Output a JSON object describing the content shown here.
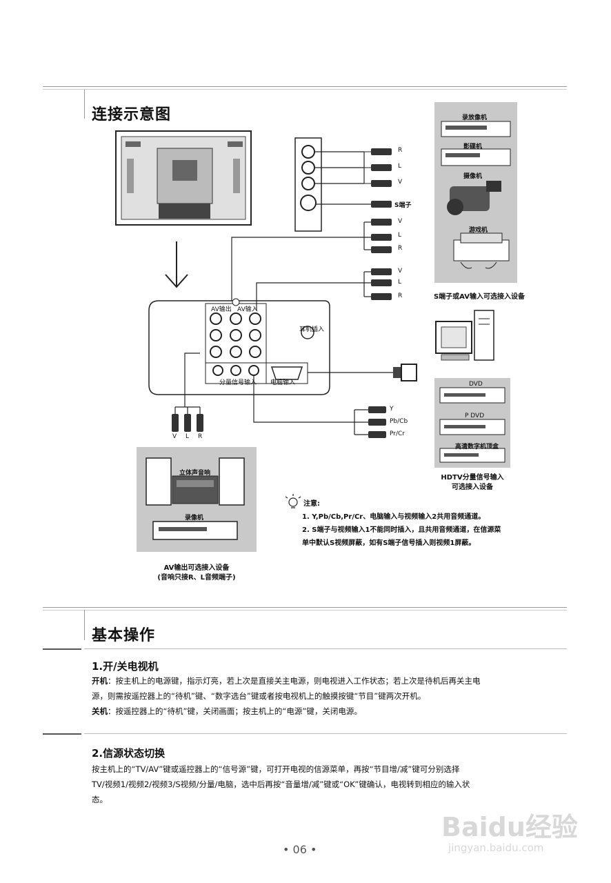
{
  "section1": {
    "title": "连接示意图"
  },
  "diagram": {
    "rca_top": [
      "R",
      "L",
      "V"
    ],
    "s_port": "S端子",
    "rca_mid1": [
      "V",
      "L",
      "R"
    ],
    "rca_mid2": [
      "V",
      "L",
      "R"
    ],
    "out_vlr": [
      "V",
      "L",
      "R"
    ],
    "ypbpr": [
      "Y",
      "Pb/Cb",
      "Pr/Cr"
    ],
    "devices_right": [
      "录放像机",
      "影碟机",
      "摄像机",
      "游戏机"
    ],
    "devices_right_caption": "S端子或AV输入可选接入设备",
    "hdtv_devices": [
      "DVD",
      "P DVD",
      "高清数字机顶盒"
    ],
    "hdtv_caption_1": "HDTV分量信号输入",
    "hdtv_caption_2": "可选接入设备",
    "av_out_devices": [
      "立体声音响",
      "录像机"
    ],
    "av_out_caption_1": "AV输出可选接入设备",
    "av_out_caption_2": "(音响只接R、L音频端子)",
    "panel_labels": {
      "av_out": "AV输出",
      "av_in": "AV输入",
      "computer": "电脑输入",
      "component": "分量信号输入",
      "headphone": "耳机插入"
    }
  },
  "notes": {
    "heading": "注意:",
    "line1": "1. Y,Pb/Cb,Pr/Cr、电脑输入与视频输入2共用音频通道。",
    "line2": "2. S端子与视频输入1不能同时插入，且共用音频通道，在信源菜",
    "line3": "单中默认S视频屏蔽，如有S端子信号插入则视频1屏蔽。"
  },
  "section2": {
    "title": "基本操作"
  },
  "sub1": {
    "title": "1.开/关电视机",
    "on_label": "开机",
    "on_text_1": "：按主机上的电源键，指示灯亮，若上次是直接关主电源，则电视进入工作状态；若上次是待机后再关主电",
    "on_text_2": "源，则需按遥控器上的“待机”键、“数字选台”键或者按电视机上的触摸按键“节目”键两次开机。",
    "off_label": "关机",
    "off_text": "：按遥控器上的“待机”键，关闭画面；按主机上的“电源”键，关闭电源。"
  },
  "sub2": {
    "title": "2.信源状态切换",
    "text_1": "按主机上的“TV/AV”键或遥控器上的“信号源”键，可打开电视的信源菜单，再按“节目增/减”键可分别选择",
    "text_2": "TV/视频1/视频2/视频3/S视频/分量/电脑，选中后再按“音量增/减”键或“OK”键确认，电视转到相应的输入状",
    "text_3": "态。"
  },
  "page_number": "• 06 •",
  "watermark": {
    "brand": "Baidu经验",
    "url": "jingyan.baidu.com"
  }
}
